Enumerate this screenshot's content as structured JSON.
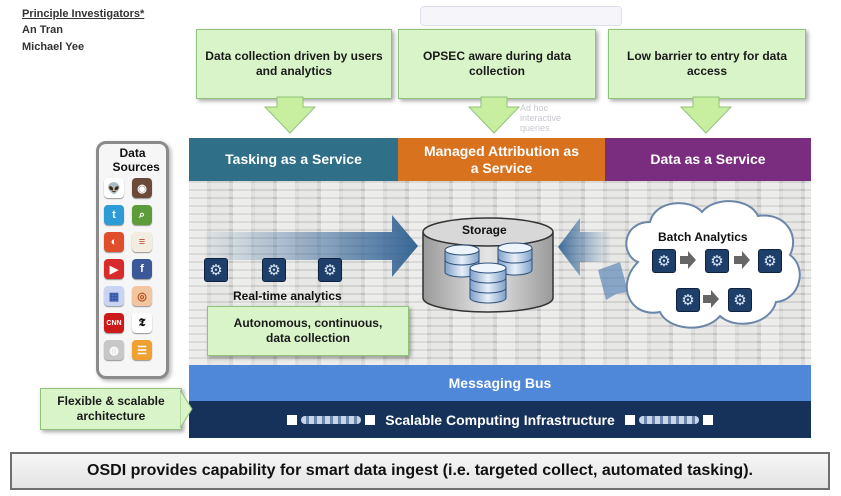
{
  "investigators": {
    "title": "Principle Investigators*",
    "names": [
      "An Tran",
      "Michael Yee"
    ]
  },
  "callouts": {
    "users_analytics": "Data collection driven by users and analytics",
    "opsec": "OPSEC aware during data collection",
    "low_barrier": "Low barrier to entry for data access",
    "autonomous": "Autonomous, continuous, data collection",
    "flexible": "Flexible & scalable architecture"
  },
  "ghost_text": "Ad hoc interactive queries",
  "services": {
    "tasking": "Tasking as a Service",
    "attribution": "Managed Attribution as a Service",
    "data": "Data as a Service"
  },
  "data_sources": {
    "title": "Data Sources",
    "icons": [
      {
        "name": "reddit-icon",
        "glyph": "👽",
        "color": "#ffffff",
        "fg": "#ff4500"
      },
      {
        "name": "instagram-icon",
        "glyph": "◉",
        "color": "#6b4a3a",
        "fg": "#ffffff"
      },
      {
        "name": "tumblr-icon",
        "glyph": "t",
        "color": "#2d9bd6",
        "fg": "#ffffff"
      },
      {
        "name": "search-icon",
        "glyph": "⌕",
        "color": "#5d9c3a",
        "fg": "#ffffff"
      },
      {
        "name": "radio-icon",
        "glyph": "◐",
        "color": "#e04f2b",
        "fg": "#ffffff"
      },
      {
        "name": "news-icon",
        "glyph": "≡",
        "color": "#f3ece0",
        "fg": "#c04a2a"
      },
      {
        "name": "youtube-icon",
        "glyph": "▶",
        "color": "#d82c2c",
        "fg": "#ffffff"
      },
      {
        "name": "facebook-icon",
        "glyph": "f",
        "color": "#3b5998",
        "fg": "#ffffff"
      },
      {
        "name": "grid-icon",
        "glyph": "▦",
        "color": "#c8d4f0",
        "fg": "#3355aa"
      },
      {
        "name": "eye-icon",
        "glyph": "◎",
        "color": "#f2c6a0",
        "fg": "#b0501c"
      },
      {
        "name": "cnn-icon",
        "glyph": "CNN",
        "color": "#cc1a1a",
        "fg": "#ffffff"
      },
      {
        "name": "nytimes-icon",
        "glyph": "𝕿",
        "color": "#ffffff",
        "fg": "#111111"
      },
      {
        "name": "globe-icon",
        "glyph": "◍",
        "color": "#c7c7c7",
        "fg": "#ffffff"
      },
      {
        "name": "rss-icon",
        "glyph": "☰",
        "color": "#f0a030",
        "fg": "#ffffff"
      }
    ]
  },
  "storage_label": "Storage",
  "realtime_label": "Real-time analytics",
  "batch_label": "Batch Analytics",
  "messaging_bus": "Messaging Bus",
  "infrastructure": "Scalable Computing Infrastructure",
  "summary": "OSDI provides capability for smart data ingest (i.e. targeted collect, automated tasking).",
  "colors": {
    "tasking": "#2f6f87",
    "attribution": "#d9721f",
    "data_service": "#7a2c7e",
    "bus": "#4f88d8",
    "infrastructure": "#16325a",
    "callout": "#d9f4c8"
  }
}
